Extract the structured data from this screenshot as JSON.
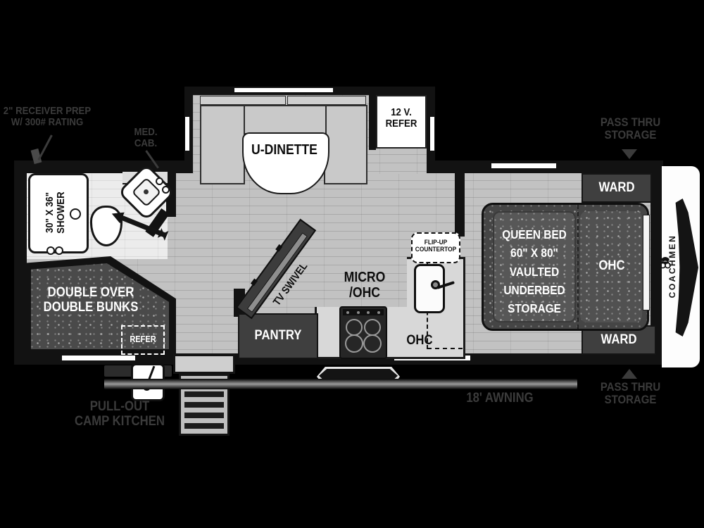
{
  "colors": {
    "background": "#000000",
    "floor": "#c2c2c2",
    "bath_floor": "#ececec",
    "counter": "#d8d8d8",
    "dark_furniture": "#3f3f3f",
    "bed_fill": "#4a4a4a",
    "white_fixture": "#ffffff",
    "outside_label": "#3b3b3b"
  },
  "exterior": {
    "receiver_prep": {
      "line1": "2\" RECEIVER PREP",
      "line2": "W/ 300# RATING"
    },
    "med_cab": {
      "line1": "MED.",
      "line2": "CAB."
    },
    "pass_thru_top": {
      "line1": "PASS THRU",
      "line2": "STORAGE"
    },
    "pass_thru_bottom": {
      "line1": "PASS THRU",
      "line2": "STORAGE"
    },
    "awning": "18' AWNING",
    "camp_kitchen": {
      "line1": "PULL-OUT",
      "line2": "CAMP KITCHEN"
    },
    "brand": "COACHMEN"
  },
  "rooms": {
    "dinette": "U-DINETTE",
    "refer_12v": {
      "line1": "12 V.",
      "line2": "REFER"
    },
    "shower": {
      "line1": "30\" X 36\"",
      "line2": "SHOWER"
    },
    "bunks": {
      "line1": "DOUBLE OVER",
      "line2": "DOUBLE BUNKS"
    },
    "bunk_refer": "REFER",
    "tv": "TV SWIVEL",
    "micro": {
      "line1": "MICRO",
      "line2": "/OHC"
    },
    "pantry": "PANTRY",
    "kitchen_ohc": "OHC",
    "flip_up": {
      "line1": "FLIP-UP",
      "line2": "COUNTERTOP"
    },
    "bed": {
      "line1": "QUEEN BED",
      "line2": "60\" X 80\"",
      "line3": "VAULTED",
      "line4": "UNDERBED",
      "line5": "STORAGE"
    },
    "bed_ohc": "OHC",
    "ward_top": "WARD",
    "ward_bottom": "WARD"
  }
}
